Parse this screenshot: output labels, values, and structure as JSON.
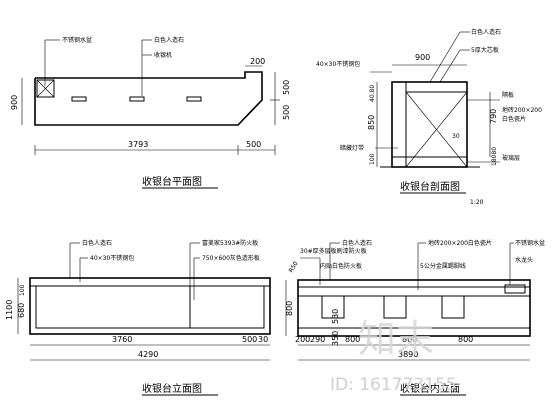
{
  "plan": {
    "title": "收银台平面图",
    "label_sink": "不锈钢水盆",
    "label_top": "白色人造石",
    "label_drawer": "收银机",
    "dim_200": "200",
    "dim_900": "900",
    "dim_500a": "500",
    "dim_500b": "500",
    "dim_3793": "3793",
    "dim_500c": "500"
  },
  "section": {
    "title": "收银台剖面图",
    "scale": "1:20",
    "label_top": "白色人造石",
    "label_thick": "5厚大芯板",
    "label_tube": "40×30不锈钢包",
    "label_light": "暗藏灯带",
    "label_shelf": "隔板",
    "label_tile": "地砖200×200",
    "label_tile2": "白色瓷片",
    "label_base": "玻璃层",
    "dim_900": "900",
    "dim_4080": "40.80",
    "dim_850": "850",
    "dim_790": "790",
    "dim_30": "30",
    "dim_100": "100",
    "dim_18080": "18080"
  },
  "elevation": {
    "title": "收银台立面图",
    "label_top": "白色人造石",
    "label_tube": "40×30不锈钢包",
    "label_panel": "富美家5393#防火板",
    "label_grid": "750×600灰色造形板",
    "dim_1100": "1100",
    "dim_680": "680",
    "dim_100": "100",
    "dim_3760": "3760",
    "dim_500": "500",
    "dim_30": "30",
    "dim_4290": "4290"
  },
  "inner": {
    "title": "收银台内立面",
    "label_top": "白色人造石",
    "label_mdf": "30#厚多层板刷漆防火板",
    "label_tile": "地砖200×200白色瓷片",
    "label_sink": "不锈钢水盆",
    "label_inner": "内贴白色防火板",
    "label_plinth": "5公分金属踢脚线",
    "label_tap": "水龙头",
    "dim_r50": "R50",
    "dim_800": "800",
    "dim_530": "530",
    "dim_350": "350",
    "dim_200a": "200",
    "dim_290": "290",
    "dim_800b": "800",
    "dim_800c": "800",
    "dim_800d": "800",
    "dim_3890": "3890"
  },
  "watermark": {
    "text": "知末",
    "id": "ID: 161773155"
  }
}
